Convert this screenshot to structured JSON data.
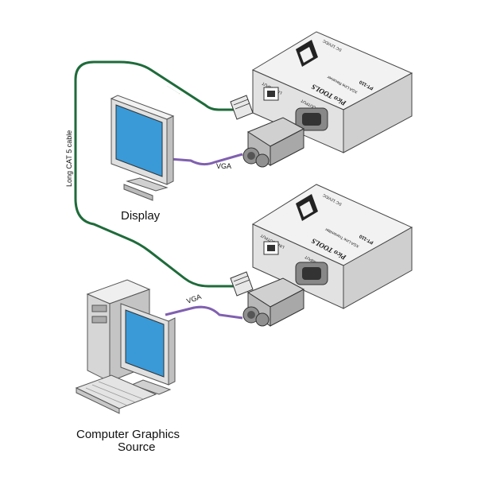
{
  "labels": {
    "display": "Display",
    "source_line1": "Computer Graphics",
    "source_line2": "Source",
    "cable": "Long CAT 5 cable",
    "vga_top": "VGA",
    "vga_bottom": "VGA"
  },
  "receiver": {
    "brand": "Pico TOOLS",
    "model": "PT-110",
    "subtitle": "XGA Line Receiver",
    "port_line": "LINE INPUT",
    "port_xga": "XGA OUTPUT",
    "power": "DC 12V/DC"
  },
  "transmitter": {
    "brand": "Pico TOOLS",
    "model": "PT-110",
    "subtitle": "XGA Line Transmitter",
    "port_line": "LINE OUTPUT",
    "port_xga": "XGA INPUT",
    "power": "DC 12V/DC"
  },
  "colors": {
    "cat5": "#1e6b3a",
    "vga": "#8060b0",
    "device_top": "#f0f0f0",
    "device_side": "#d4d4d4",
    "screen": "#3a9ad8"
  }
}
